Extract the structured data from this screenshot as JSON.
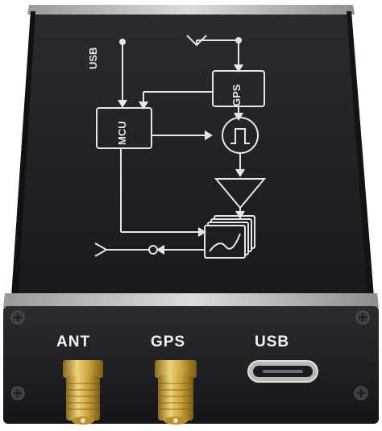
{
  "product": {
    "front_panel": {
      "ports": [
        {
          "label": "ANT",
          "connector": "sma-connector-icon"
        },
        {
          "label": "GPS",
          "connector": "sma-connector-icon"
        },
        {
          "label": "USB",
          "connector": "usb-c-port-icon"
        }
      ]
    },
    "top_diagram": {
      "usb_label": "USB",
      "gps_block": "GPS",
      "mcu_block": "MCU"
    }
  },
  "colors": {
    "enclosure": "#1c1d20",
    "enclosure_top": "#222327",
    "trim": "#c8c8c6",
    "print": "#e8e8e8",
    "gold": "#c9a23a"
  }
}
